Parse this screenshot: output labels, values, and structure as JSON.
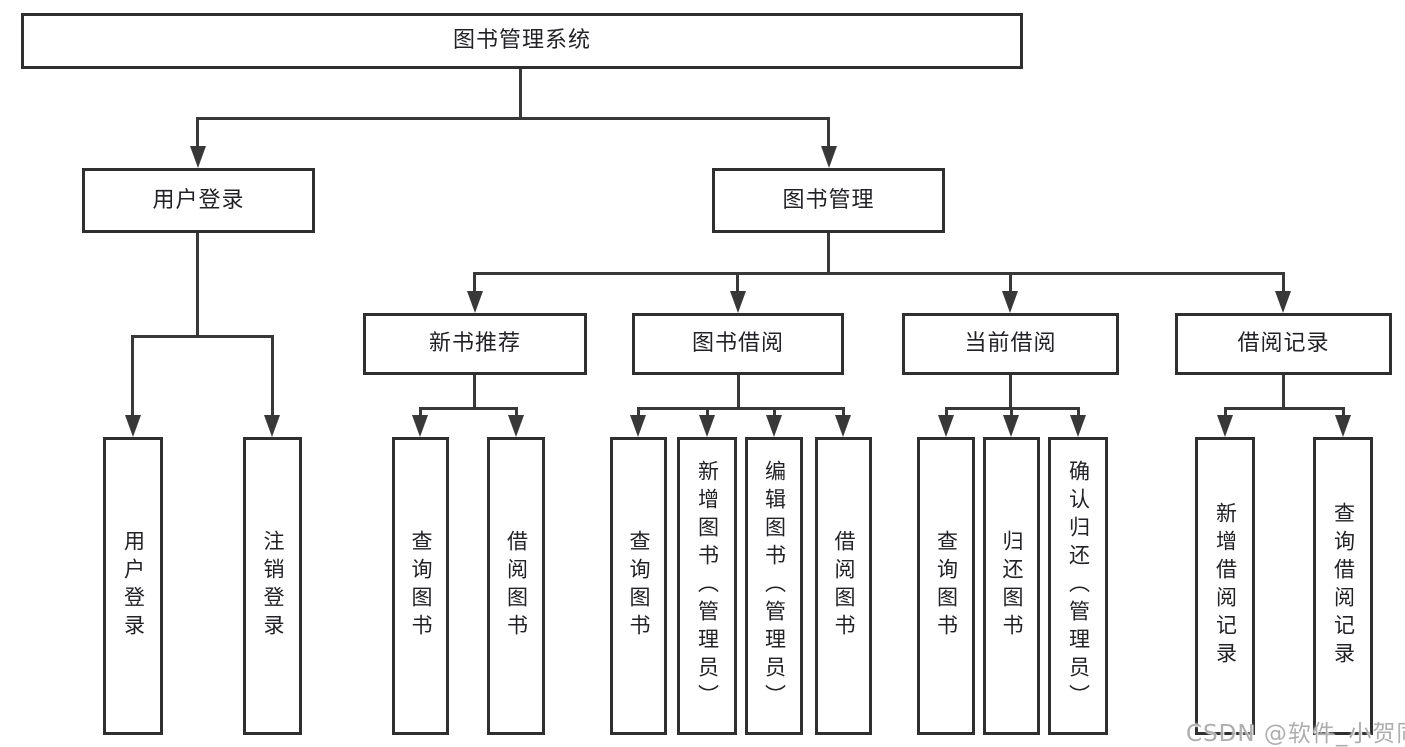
{
  "diagram": {
    "title": "图书管理系统",
    "root": {
      "label": "图书管理系统"
    },
    "level2": {
      "user_login": {
        "label": "用户登录"
      },
      "book_mgmt": {
        "label": "图书管理"
      }
    },
    "level3": {
      "new_book": {
        "label": "新书推荐"
      },
      "borrow": {
        "label": "图书借阅"
      },
      "current": {
        "label": "当前借阅"
      },
      "record": {
        "label": "借阅记录"
      }
    },
    "leaves": {
      "login": {
        "label": "用户登录",
        "parent": "用户登录"
      },
      "logout": {
        "label": "注销登录",
        "parent": "用户登录"
      },
      "nb_query": {
        "label": "查询图书",
        "parent": "新书推荐"
      },
      "nb_borrow": {
        "label": "借阅图书",
        "parent": "新书推荐"
      },
      "bw_query": {
        "label": "查询图书",
        "parent": "图书借阅"
      },
      "bw_add": {
        "label": "新增图书（管理员）",
        "parent": "图书借阅"
      },
      "bw_edit": {
        "label": "编辑图书（管理员）",
        "parent": "图书借阅"
      },
      "bw_borrow": {
        "label": "借阅图书",
        "parent": "图书借阅"
      },
      "cur_query": {
        "label": "查询图书",
        "parent": "当前借阅"
      },
      "cur_return": {
        "label": "归还图书",
        "parent": "当前借阅"
      },
      "cur_confirm": {
        "label": "确认归还（管理员）",
        "parent": "当前借阅"
      },
      "rec_add": {
        "label": "新增借阅记录",
        "parent": "借阅记录"
      },
      "rec_query": {
        "label": "查询借阅记录",
        "parent": "借阅记录"
      }
    }
  },
  "watermark": "CSDN @软件_小贺同学",
  "colors": {
    "background": "#ffffff",
    "box_border": "#2f2f2f",
    "connector_line": "#383838",
    "text": "#222226",
    "watermark_text": "#aeaeae"
  }
}
